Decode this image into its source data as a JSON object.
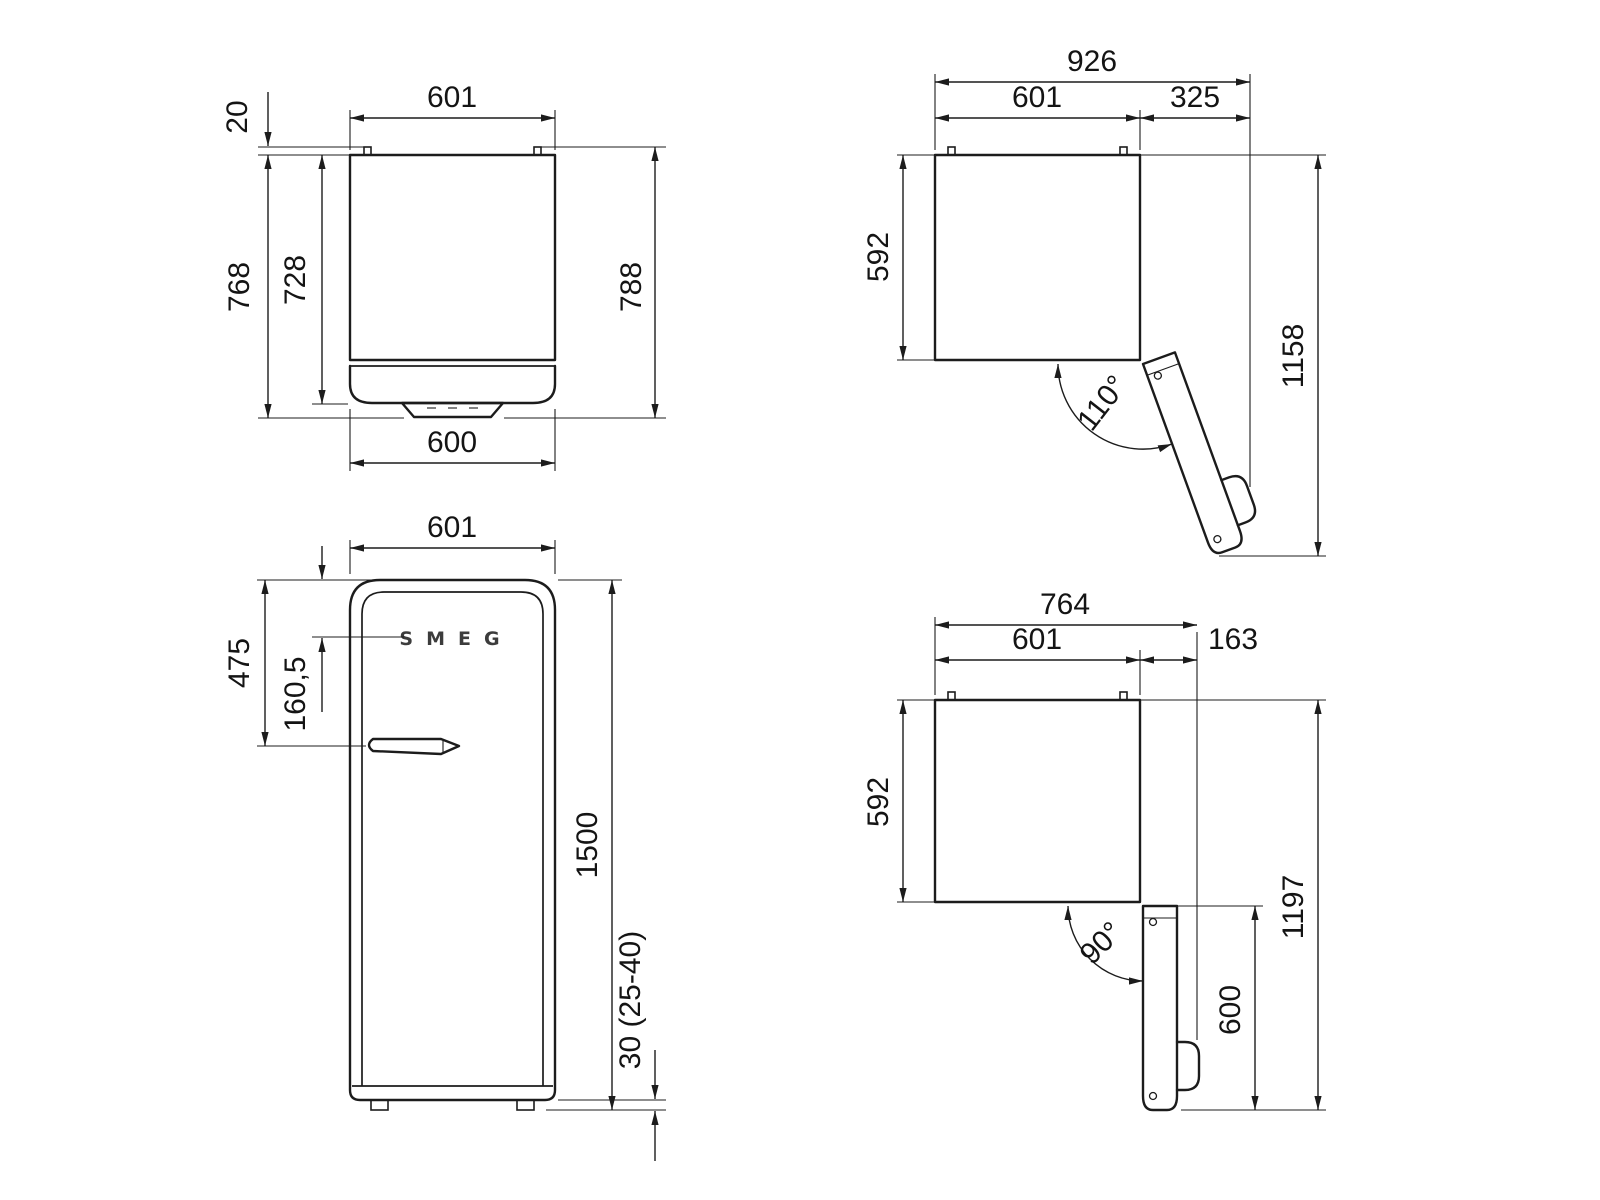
{
  "brand_logo": "SMEG",
  "views": {
    "plan_closed": {
      "dims": {
        "hinge_offset": "20",
        "width_top": "601",
        "depth_with_door": "768",
        "depth_body": "728",
        "depth_total": "788",
        "door_width": "600"
      }
    },
    "plan_open_110": {
      "dims": {
        "overall_width": "926",
        "body_width": "601",
        "door_projection": "325",
        "body_depth": "592",
        "overall_depth": "1158",
        "angle": "110°"
      }
    },
    "front": {
      "dims": {
        "width": "601",
        "handle_from_top": "475",
        "logo_from_top": "160,5",
        "height": "1500",
        "feet_height": "30 (25-40)"
      }
    },
    "plan_open_90": {
      "dims": {
        "overall_width": "764",
        "body_width": "601",
        "door_projection": "163",
        "body_depth": "592",
        "overall_depth": "1197",
        "door_length": "600",
        "angle": "90°"
      }
    }
  }
}
